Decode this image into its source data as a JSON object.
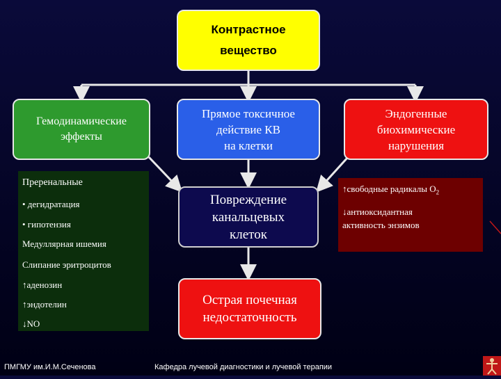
{
  "top": {
    "line1": "Контрастное",
    "line2": "вещество"
  },
  "left_box": {
    "line1": "Гемодинамические",
    "line2": "эффекты"
  },
  "center_box": {
    "line1": "Прямое токсичное",
    "line2": "действие КВ",
    "line3": "на клетки"
  },
  "right_box": {
    "line1": "Эндогенные",
    "line2": "биохимические",
    "line3": "нарушения"
  },
  "injury_box": {
    "line1": "Повреждение",
    "line2": "канальцевых",
    "line3": "клеток"
  },
  "failure_box": {
    "line1": "Острая почечная",
    "line2": "недостаточность"
  },
  "left_list": {
    "item1": "Преренальные",
    "item2": "• дегидратация",
    "item3": "• гипотензия",
    "item4": "Медуллярная ишемия",
    "item5": "Слипание эритроцитов",
    "item6": "↑аденозин",
    "item7": "↑эндотелин",
    "item8": "↓NO"
  },
  "right_list": {
    "item1": "↑свободные радикалы O",
    "item1_sub": "2",
    "item2": "↓антиоксидантная",
    "item3": "активность энзимов"
  },
  "footer": {
    "left": "ПМГМУ им.И.М.Сеченова",
    "center": "Кафедра лучевой диагностики и лучевой терапии"
  }
}
